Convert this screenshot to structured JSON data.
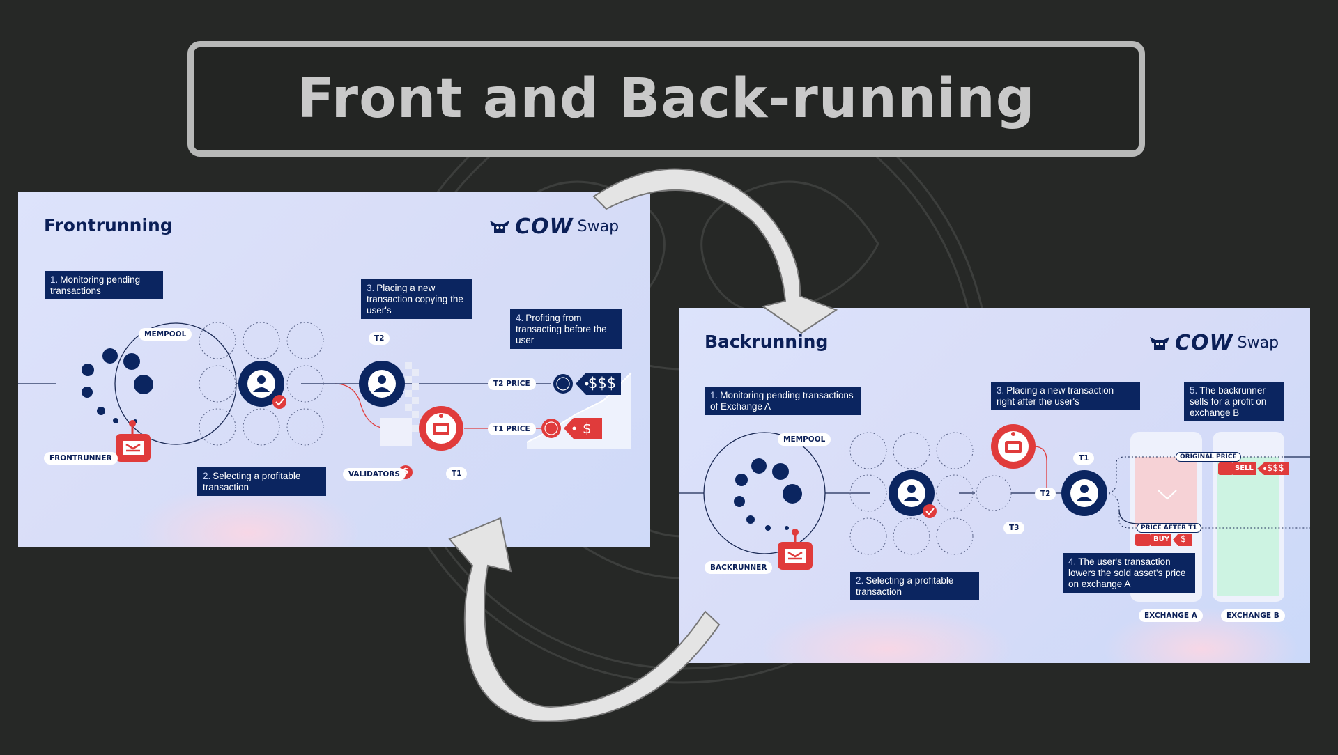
{
  "title": "Front and Back-running",
  "colors": {
    "navy": "#0b2560",
    "red": "#e03b3b",
    "background": "#262826",
    "border": "#b8b9b8"
  },
  "frontrunning": {
    "title": "Frontrunning",
    "logo": {
      "brand": "COW",
      "product": "Swap"
    },
    "steps": [
      {
        "num": "1.",
        "text": "Monitoring pending transactions"
      },
      {
        "num": "2.",
        "text": "Selecting a profitable transaction"
      },
      {
        "num": "3.",
        "text": "Placing a new transaction copying the user's"
      },
      {
        "num": "4.",
        "text": "Profiting from transacting before the user"
      }
    ],
    "labels": {
      "mempool": "MEMPOOL",
      "frontrunner": "FRONTRUNNER",
      "validators": "VALIDATORS",
      "t1": "T1",
      "t2": "T2",
      "t2_price": "T2 PRICE",
      "t1_price": "T1 PRICE",
      "big_profit": "$$$",
      "small_profit": "$",
      "fee": "$"
    }
  },
  "backrunning": {
    "title": "Backrunning",
    "logo": {
      "brand": "COW",
      "product": "Swap"
    },
    "steps": [
      {
        "num": "1.",
        "text": "Monitoring pending transactions of Exchange A"
      },
      {
        "num": "2.",
        "text": "Selecting a profitable transaction"
      },
      {
        "num": "3.",
        "text": "Placing a new transaction right after the user's"
      },
      {
        "num": "4.",
        "text": "The user's transaction lowers the sold asset's price on exchange A"
      },
      {
        "num": "5.",
        "text": "The backrunner sells for a profit on exchange B"
      }
    ],
    "labels": {
      "mempool": "MEMPOOL",
      "backrunner": "BACKRUNNER",
      "t1": "T1",
      "t2": "T2",
      "t3": "T3",
      "original_price": "ORIGINAL PRICE",
      "price_after_t1": "PRICE AFTER T1",
      "sell": "SELL",
      "buy": "BUY",
      "sell_profit": "$$$",
      "buy_cost": "$",
      "exchange_a": "EXCHANGE A",
      "exchange_b": "EXCHANGE B"
    }
  }
}
